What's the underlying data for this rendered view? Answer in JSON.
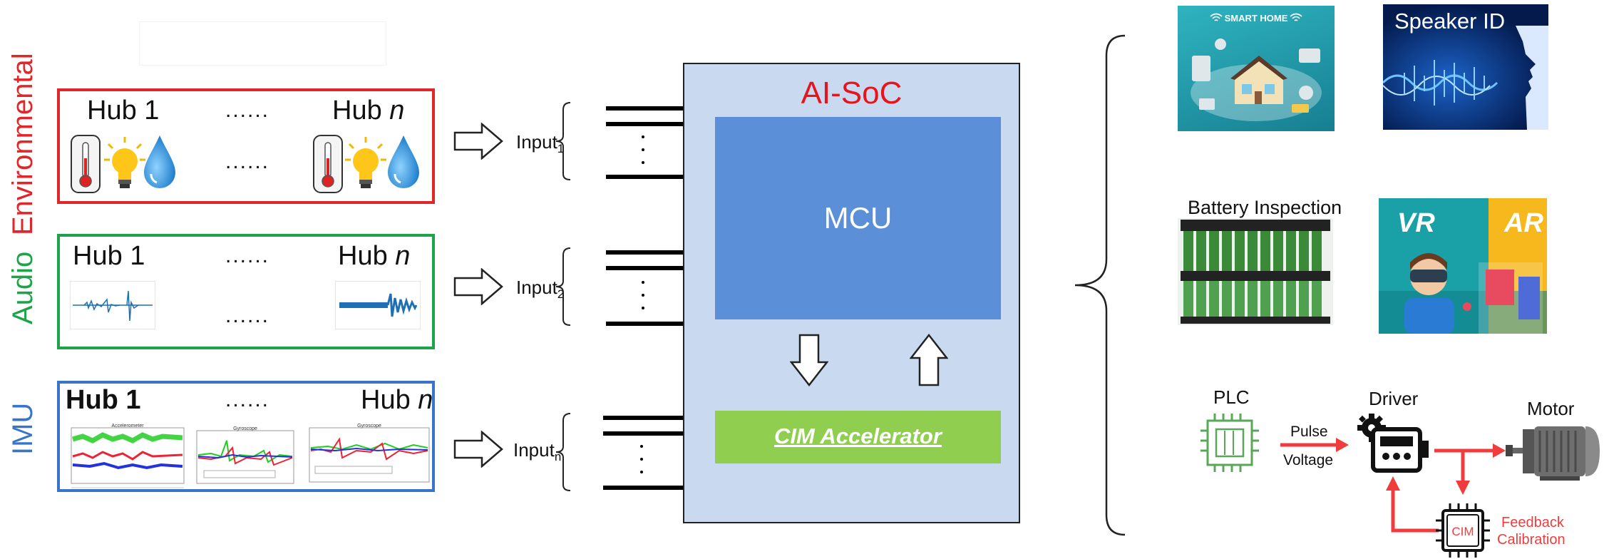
{
  "groups": {
    "environmental": {
      "label": "Environmental",
      "color": "#e0262a",
      "hub_first": "Hub 1",
      "hub_last_prefix": "Hub ",
      "hub_last_n": "n",
      "dots": "......"
    },
    "audio": {
      "label": "Audio",
      "color": "#1fa34a",
      "hub_first": "Hub 1",
      "hub_last_prefix": "Hub ",
      "hub_last_n": "n",
      "dots": "......"
    },
    "imu": {
      "label": "IMU",
      "color": "#3a74c9",
      "hub_first": "Hub 1",
      "hub_last_prefix": "Hub ",
      "hub_last_n": "n",
      "dots": "......"
    }
  },
  "inputs": [
    {
      "base": "Input",
      "sub": "1"
    },
    {
      "base": "Input",
      "sub": "2"
    },
    {
      "base": "Input",
      "sub": "n"
    }
  ],
  "imu_panels": [
    "Accelerometer",
    "Gyroscope",
    "Gyroscope"
  ],
  "soc": {
    "title": "AI-SoC",
    "mcu": "MCU",
    "cim": "CIM Accelerator"
  },
  "apps": {
    "smart_home": "SMART HOME",
    "speaker_id": "Speaker ID",
    "battery": "Battery Inspection",
    "vr": "VR",
    "ar": "AR"
  },
  "control": {
    "plc": "PLC",
    "driver": "Driver",
    "motor": "Motor",
    "pulse": "Pulse",
    "voltage": "Voltage",
    "cim_chip": "CIM",
    "feedback_1": "Feedback",
    "feedback_2": "Calibration"
  },
  "colors": {
    "red": "#e8141c",
    "green": "#1fa34a",
    "blue": "#3a74c9",
    "soc_bg": "#c9daf0",
    "mcu": "#5b8fd7",
    "cim": "#8fce4f",
    "ctrl_red": "#f03c3c",
    "plc_green": "#5aa75a"
  }
}
